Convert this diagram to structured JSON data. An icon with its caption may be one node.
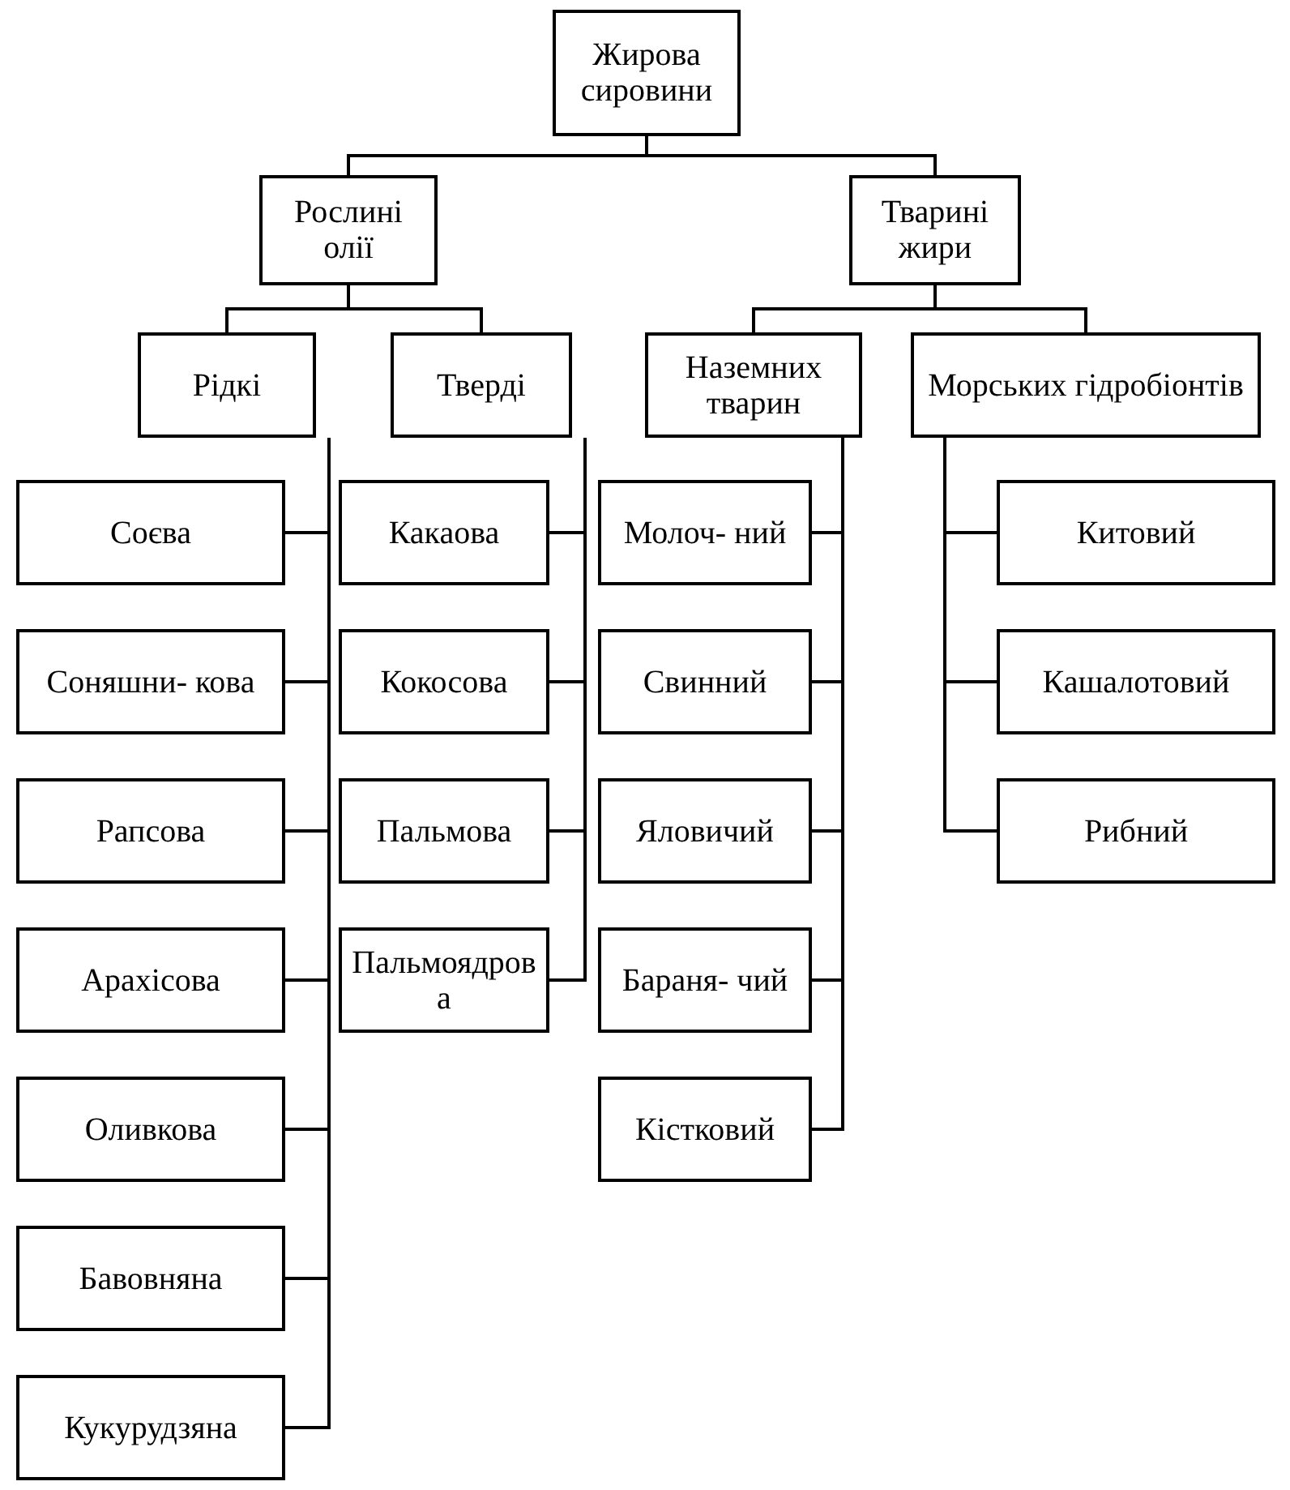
{
  "diagram": {
    "nodes": [
      {
        "text": [
          "Жирова сировини"
        ]
      },
      {
        "text": [
          "Рослині олії"
        ]
      },
      {
        "text": [
          "Тварині жири"
        ]
      },
      {
        "text": [
          "Рідкі"
        ]
      },
      {
        "text": [
          "Тверді"
        ]
      },
      {
        "text": [
          "Наземних тварин"
        ]
      },
      {
        "text": [
          "Морських гідробіонтів"
        ]
      },
      {
        "text": [
          "Соєва"
        ]
      },
      {
        "text": [
          "Соняшни- кова"
        ]
      },
      {
        "text": [
          "Рапсова"
        ]
      },
      {
        "text": [
          "Арахісова"
        ]
      },
      {
        "text": [
          "Оливкова"
        ]
      },
      {
        "text": [
          "Бавовняна"
        ]
      },
      {
        "text": [
          "Кукурудзяна"
        ]
      },
      {
        "text": [
          "Какаова"
        ]
      },
      {
        "text": [
          "Кокосова"
        ]
      },
      {
        "text": [
          "Пальмова"
        ]
      },
      {
        "text": [
          "Пальмоядрова"
        ]
      },
      {
        "text": [
          "Молоч- ний"
        ]
      },
      {
        "text": [
          "Свинний"
        ]
      },
      {
        "text": [
          "Яловичий"
        ]
      },
      {
        "text": [
          "Бараня- чий"
        ]
      },
      {
        "text": [
          "Кістковий"
        ]
      },
      {
        "text": [
          "Китовий"
        ]
      },
      {
        "text": [
          "Кашалотовий"
        ]
      },
      {
        "text": [
          "Рибний"
        ]
      }
    ],
    "edges": [
      {
        "from": 0,
        "to": 1,
        "arrow": "none"
      },
      {
        "from": 0,
        "to": 2,
        "arrow": "none"
      },
      {
        "from": 1,
        "to": 3,
        "arrow": "none"
      },
      {
        "from": 1,
        "to": 4,
        "arrow": "none"
      },
      {
        "from": 2,
        "to": 5,
        "arrow": "none"
      },
      {
        "from": 2,
        "to": 6,
        "arrow": "none"
      },
      {
        "from": 3,
        "to": 7,
        "arrow": "none"
      },
      {
        "from": 3,
        "to": 8,
        "arrow": "none"
      },
      {
        "from": 3,
        "to": 9,
        "arrow": "none"
      },
      {
        "from": 3,
        "to": 10,
        "arrow": "none"
      },
      {
        "from": 3,
        "to": 11,
        "arrow": "none"
      },
      {
        "from": 3,
        "to": 12,
        "arrow": "none"
      },
      {
        "from": 3,
        "to": 13,
        "arrow": "none"
      },
      {
        "from": 4,
        "to": 14,
        "arrow": "none"
      },
      {
        "from": 4,
        "to": 15,
        "arrow": "none"
      },
      {
        "from": 4,
        "to": 16,
        "arrow": "none"
      },
      {
        "from": 4,
        "to": 17,
        "arrow": "none"
      },
      {
        "from": 5,
        "to": 18,
        "arrow": "none"
      },
      {
        "from": 5,
        "to": 19,
        "arrow": "none"
      },
      {
        "from": 5,
        "to": 20,
        "arrow": "none"
      },
      {
        "from": 5,
        "to": 21,
        "arrow": "none"
      },
      {
        "from": 5,
        "to": 22,
        "arrow": "none"
      },
      {
        "from": 6,
        "to": 23,
        "arrow": "none"
      },
      {
        "from": 6,
        "to": 24,
        "arrow": "none"
      },
      {
        "from": 6,
        "to": 25,
        "arrow": "none"
      }
    ]
  }
}
